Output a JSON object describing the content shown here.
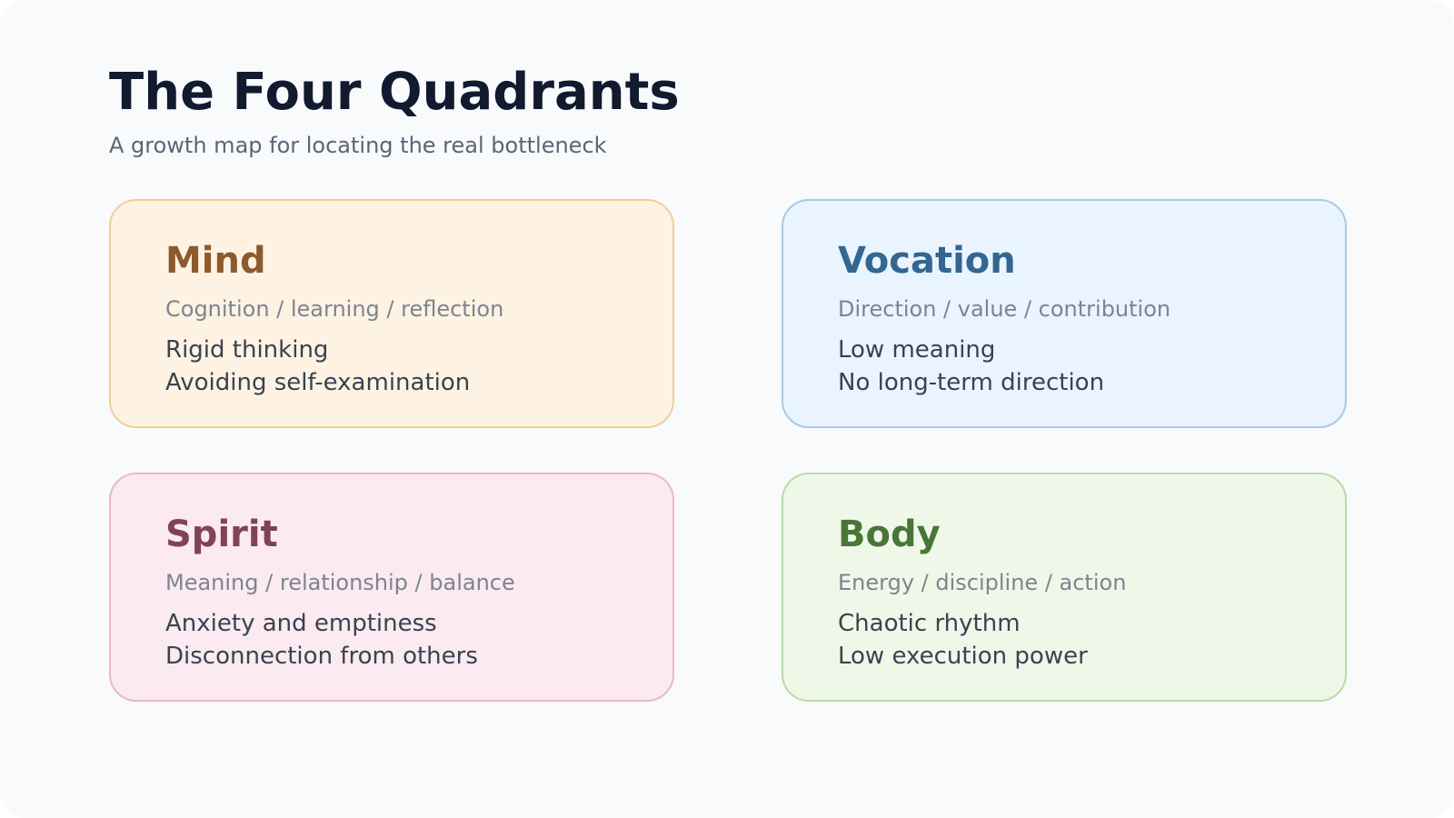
{
  "header": {
    "title": "The Four Quadrants",
    "subtitle": "A growth map for locating the real bottleneck"
  },
  "quadrants": {
    "mind": {
      "title": "Mind",
      "tags": "Cognition / learning / reflection",
      "issues": [
        "Rigid thinking",
        "Avoiding self-examination"
      ],
      "accent_color": "#8c5a2c"
    },
    "vocation": {
      "title": "Vocation",
      "tags": "Direction / value / contribution",
      "issues": [
        "Low meaning",
        "No long-term direction"
      ],
      "accent_color": "#336690"
    },
    "spirit": {
      "title": "Spirit",
      "tags": "Meaning / relationship / balance",
      "issues": [
        "Anxiety and emptiness",
        "Disconnection from others"
      ],
      "accent_color": "#7f4355"
    },
    "body": {
      "title": "Body",
      "tags": "Energy / discipline / action",
      "issues": [
        "Chaotic rhythm",
        "Low execution power"
      ],
      "accent_color": "#4a7538"
    }
  }
}
